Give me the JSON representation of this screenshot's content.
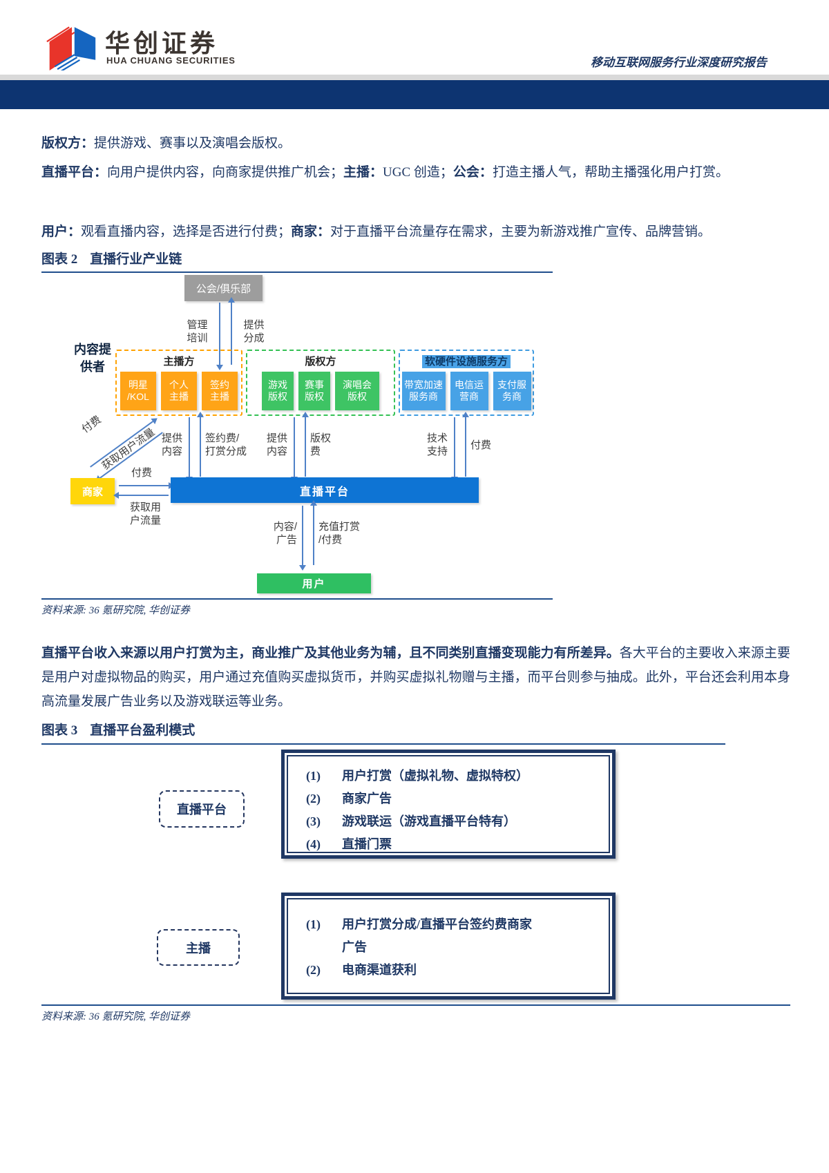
{
  "header": {
    "logo_cn": "华创证券",
    "logo_en": "HUA CHUANG SECURITIES",
    "report_title": "移动互联网服务行业深度研究报告"
  },
  "colors": {
    "navy_text": "#1f3864",
    "banner": "#0d3471",
    "rule": "#1f4e8c",
    "anchor_orange": "#ffa417",
    "copyright_green": "#3ec464",
    "infra_blue": "#47a2e6",
    "platform_blue": "#0e74d4",
    "merchant_yellow": "#ffd60a",
    "guild_gray": "#9d9d9d",
    "user_green": "#2fbf62",
    "arrow_blue": "#4f81c7"
  },
  "intro": {
    "p1": [
      {
        "b": 1,
        "t": "版权方："
      },
      {
        "b": 0,
        "t": "提供游戏、赛事以及演唱会版权。"
      }
    ],
    "p2": [
      {
        "b": 1,
        "t": "直播平台："
      },
      {
        "b": 0,
        "t": "向用户提供内容，向商家提供推广机会；"
      },
      {
        "b": 1,
        "t": "主播："
      },
      {
        "b": 0,
        "t": "UGC 创造；"
      },
      {
        "b": 1,
        "t": "公会："
      },
      {
        "b": 0,
        "t": "打造主播人气，帮助主播强化用户打赏。"
      }
    ],
    "p3": [
      {
        "b": 1,
        "t": "用户："
      },
      {
        "b": 0,
        "t": "观看直播内容，选择是否进行付费；"
      },
      {
        "b": 1,
        "t": "商家："
      },
      {
        "b": 0,
        "t": "对于直播平台流量存在需求，主要为新游戏推广宣传、品牌营销。"
      }
    ]
  },
  "figure2": {
    "caption_num": "图表 2",
    "caption_name": "直播行业产业链",
    "source": "资料来源: 36 氪研究院, 华创证券",
    "diagram": {
      "guild": "公会/俱乐部",
      "label_manage": "管理\n培训",
      "label_share": "提供\n分成",
      "content_provider": "内容提\n供者",
      "groups": {
        "anchor": {
          "title": "主播方",
          "items": [
            "明星\n/KOL",
            "个人\n主播",
            "签约\n主播"
          ]
        },
        "copyright": {
          "title": "版权方",
          "items": [
            "游戏\n版权",
            "赛事\n版权",
            "演唱会\n版权"
          ]
        },
        "infra": {
          "title": "软硬件设施服务方",
          "items": [
            "带宽加速\n服务商",
            "电信运\n营商",
            "支付服\n务商"
          ]
        }
      },
      "flows": {
        "provide_content1": "提供\n内容",
        "sign_fee": "签约费/\n打赏分成",
        "provide_content2": "提供\n内容",
        "copyright_fee": "版权\n费",
        "tech_support": "技术\n支持",
        "pay_infra": "付费",
        "pay_diagonal": "付费",
        "traffic_diagonal": "获取用户流量",
        "pay_merchant": "付费",
        "get_traffic": "获取用\n户流量",
        "content_ads": "内容/\n广告",
        "recharge": "充值打赏\n/付费"
      },
      "merchant": "商家",
      "platform": "直播平台",
      "user": "用户"
    }
  },
  "middle": {
    "p4": [
      {
        "b": 1,
        "t": "直播平台收入来源以用户打赏为主，商业推广及其他业务为辅，且不同类别直播变现能力有所差异。"
      },
      {
        "b": 0,
        "t": "各大平台的主要收入来源主要是用户对虚拟物品的购买，用户通过充值购买虚拟货币，并购买虚拟礼物赠与主播，而平台则参与抽成。此外，平台还会利用本身高流量发展广告业务以及游戏联运等业务。"
      }
    ]
  },
  "figure3": {
    "caption_num": "图表 3",
    "caption_name": "直播平台盈利模式",
    "source": "资料来源: 36 氪研究院, 华创证券",
    "platform_label": "直播平台",
    "platform_items": [
      {
        "num": "(1)",
        "text": "用户打赏（虚拟礼物、虚拟特权）"
      },
      {
        "num": "(2)",
        "text": "商家广告"
      },
      {
        "num": "(3)",
        "text": "游戏联运（游戏直播平台特有）"
      },
      {
        "num": "(4)",
        "text": "直播门票"
      }
    ],
    "anchor_label": "主播",
    "anchor_items": [
      {
        "num": "(1)",
        "text": "用户打赏分成/直播平台签约费商家\n广告"
      },
      {
        "num": "(2)",
        "text": "电商渠道获利"
      }
    ]
  }
}
